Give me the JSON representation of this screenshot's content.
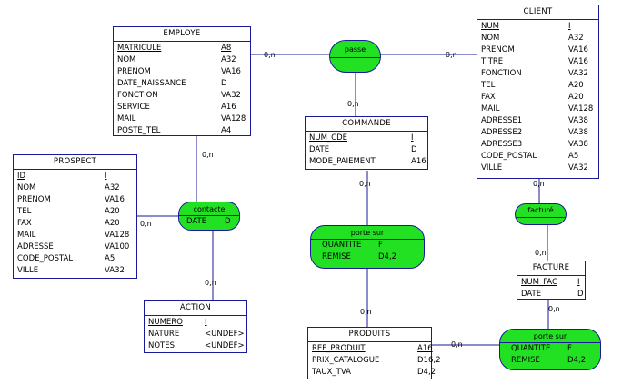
{
  "entities": {
    "employe": {
      "title": "EMPLOYE",
      "attrs": [
        {
          "name": "MATRICULE",
          "type": "A8",
          "pk": true
        },
        {
          "name": "NOM",
          "type": "A32"
        },
        {
          "name": "PRENOM",
          "type": "VA16"
        },
        {
          "name": "DATE_NAISSANCE",
          "type": "D"
        },
        {
          "name": "FONCTION",
          "type": "VA32"
        },
        {
          "name": "SERVICE",
          "type": "A16"
        },
        {
          "name": "MAIL",
          "type": "VA128"
        },
        {
          "name": "POSTE_TEL",
          "type": "A4"
        }
      ]
    },
    "client": {
      "title": "CLIENT",
      "attrs": [
        {
          "name": "NUM",
          "type": "I",
          "pk": true
        },
        {
          "name": "NOM",
          "type": "A32"
        },
        {
          "name": "PRENOM",
          "type": "VA16"
        },
        {
          "name": "TITRE",
          "type": "VA16"
        },
        {
          "name": "FONCTION",
          "type": "VA32"
        },
        {
          "name": "TEL",
          "type": "A20"
        },
        {
          "name": "FAX",
          "type": "A20"
        },
        {
          "name": "MAIL",
          "type": "VA128"
        },
        {
          "name": "ADRESSE1",
          "type": "VA38"
        },
        {
          "name": "ADRESSE2",
          "type": "VA38"
        },
        {
          "name": "ADRESSE3",
          "type": "VA38"
        },
        {
          "name": "CODE_POSTAL",
          "type": "A5"
        },
        {
          "name": "VILLE",
          "type": "VA32"
        }
      ]
    },
    "commande": {
      "title": "COMMANDE",
      "attrs": [
        {
          "name": "NUM_CDE",
          "type": "I",
          "pk": true
        },
        {
          "name": "DATE",
          "type": "D"
        },
        {
          "name": "MODE_PAIEMENT",
          "type": "A16"
        }
      ]
    },
    "prospect": {
      "title": "PROSPECT",
      "attrs": [
        {
          "name": "ID",
          "type": "I",
          "pk": true
        },
        {
          "name": "NOM",
          "type": "A32"
        },
        {
          "name": "PRENOM",
          "type": "VA16"
        },
        {
          "name": "TEL",
          "type": "A20"
        },
        {
          "name": "FAX",
          "type": "A20"
        },
        {
          "name": "MAIL",
          "type": "VA128"
        },
        {
          "name": "ADRESSE",
          "type": "VA100"
        },
        {
          "name": "CODE_POSTAL",
          "type": "A5"
        },
        {
          "name": "VILLE",
          "type": "VA32"
        }
      ]
    },
    "action": {
      "title": "ACTION",
      "attrs": [
        {
          "name": "NUMERO",
          "type": "I",
          "pk": true
        },
        {
          "name": "NATURE",
          "type": "<UNDEF>"
        },
        {
          "name": "NOTES",
          "type": "<UNDEF>"
        }
      ]
    },
    "facture": {
      "title": "FACTURE",
      "attrs": [
        {
          "name": "NUM_FAC",
          "type": "I",
          "pk": true
        },
        {
          "name": "DATE",
          "type": "D"
        }
      ]
    },
    "produits": {
      "title": "PRODUITS",
      "attrs": [
        {
          "name": "REF_PRODUIT",
          "type": "A16",
          "pk": true
        },
        {
          "name": "PRIX_CATALOGUE",
          "type": "D16,2"
        },
        {
          "name": "TAUX_TVA",
          "type": "D4,2"
        }
      ]
    }
  },
  "associations": {
    "passe": {
      "title": "passe",
      "attrs": []
    },
    "contacte": {
      "title": "contacte",
      "attrs": [
        {
          "name": "DATE",
          "type": "D"
        }
      ]
    },
    "porte_sur_1": {
      "title": "porte sur",
      "attrs": [
        {
          "name": "QUANTITE",
          "type": "F"
        },
        {
          "name": "REMISE",
          "type": "D4,2"
        }
      ]
    },
    "facture_assoc": {
      "title": "facturé",
      "attrs": []
    },
    "porte_sur_2": {
      "title": "porte sur",
      "attrs": [
        {
          "name": "QUANTITE",
          "type": "F"
        },
        {
          "name": "REMISE",
          "type": "D4,2"
        }
      ]
    }
  },
  "cardinalities": {
    "employe_passe": "0,n",
    "passe_client": "0,n",
    "passe_commande": "0,n",
    "employe_contacte": "0,n",
    "prospect_contacte": "0,n",
    "contacte_action": "0,n",
    "commande_porte_sur": "0,n",
    "porte_sur_produits": "0,n",
    "client_facture": "0,n",
    "facture_assoc_facture": "0,n",
    "facture_porte_sur": "0,n",
    "produits_porte_sur": "0,n"
  },
  "colors": {
    "line": "#1a1a99",
    "assoc_fill": "#22e022",
    "entity_fill": "#ffffff"
  }
}
